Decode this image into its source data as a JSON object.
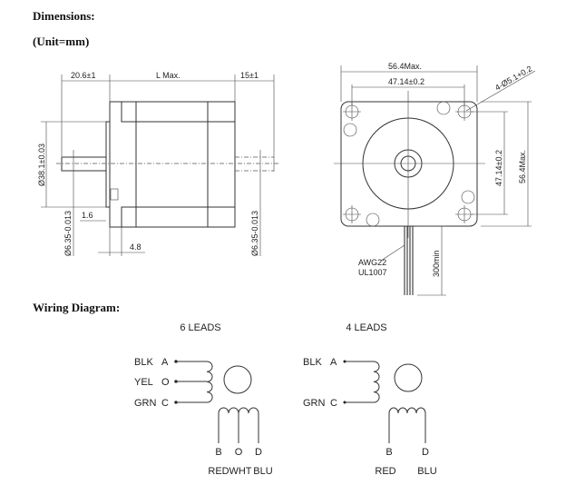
{
  "headings": {
    "dimensions": "Dimensions:",
    "unit": "(Unit=mm)",
    "wiring": "Wiring Diagram:"
  },
  "side_view": {
    "shaft_len": "20.6±1",
    "body_len": "L Max.",
    "rear_len": "15±1",
    "flange_dia": "Ø38.1±0.03",
    "shaft_dia": "Ø6.35-0.013",
    "rear_shaft_dia": "Ø6.35-0.013",
    "flange_thk": "1.6",
    "boss": "4.8"
  },
  "front_view": {
    "width": "56.4Max.",
    "hole_spacing": "47.14±0.2",
    "holes": "4-Ø5.1+0.2",
    "hole_spacing_v": "47.14±0.2",
    "height_v": "56.4Max.",
    "wire_gauge": "AWG22",
    "wire_std": "UL1007",
    "lead_len": "300min"
  },
  "wiring": {
    "six": {
      "title": "6 LEADS",
      "leads": [
        {
          "color": "BLK",
          "pin": "A"
        },
        {
          "color": "YEL",
          "pin": "O"
        },
        {
          "color": "GRN",
          "pin": "C"
        }
      ],
      "bottom_pins": [
        "B",
        "O",
        "D"
      ],
      "bottom_colors": [
        "RED",
        "WHT",
        "BLU"
      ]
    },
    "four": {
      "title": "4 LEADS",
      "leads": [
        {
          "color": "BLK",
          "pin": "A"
        },
        {
          "color": "GRN",
          "pin": "C"
        }
      ],
      "bottom_pins": [
        "B",
        "D"
      ],
      "bottom_colors": [
        "RED",
        "BLU"
      ]
    }
  }
}
